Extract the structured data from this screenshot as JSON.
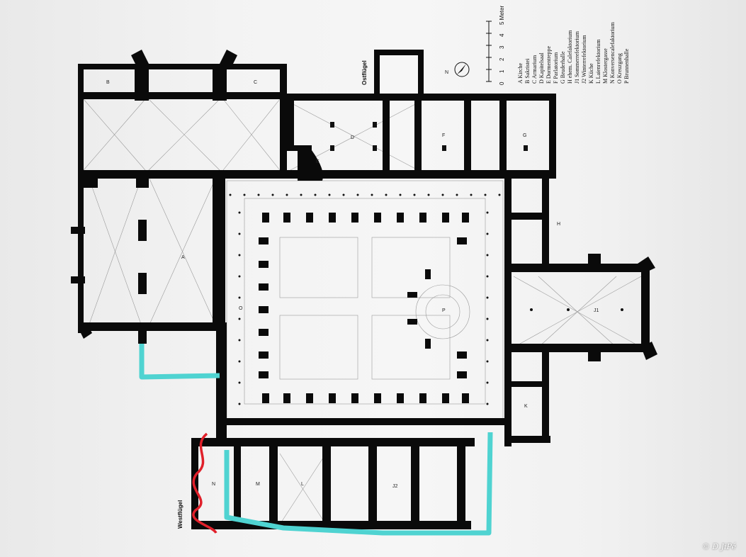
{
  "plan": {
    "wing_west": "Westflügel",
    "wing_east": "Ostflügel",
    "north": "N",
    "scale_numbers": [
      "0",
      "1",
      "2",
      "3",
      "4",
      "5 Meter"
    ],
    "room_labels": {
      "A": "A",
      "B": "B",
      "C": "C",
      "D": "D",
      "E": "E",
      "F": "F",
      "G": "G",
      "H": "H",
      "J1": "J1",
      "J2": "J2",
      "K": "K",
      "L": "L",
      "M": "M",
      "N": "N",
      "O": "O",
      "P": "P"
    }
  },
  "legend": {
    "items": [
      "A  Kirche",
      "B  Sakristei",
      "C  Armarium",
      "D  Kapitelsaal",
      "E  Dormentreppe",
      "F  Parlatorium",
      "G  Bruderhalle",
      "H  ehem. Calefaktorium",
      "J1 Sommerrefektorium",
      "J2 Winterrefektorium",
      "K  Küche",
      "L  Laienrefektorium",
      "M  Klostergasse",
      "N  Konversencalefaktorium",
      "O  Kreuzgang",
      "P  Brunnenhalle"
    ]
  },
  "credit": "© D JiPé",
  "colors": {
    "walls": "#0a0a0a",
    "highlight_path": "#4fd3d1",
    "highlight_squiggle": "#e0202a",
    "paper": "#f2f2f2"
  }
}
